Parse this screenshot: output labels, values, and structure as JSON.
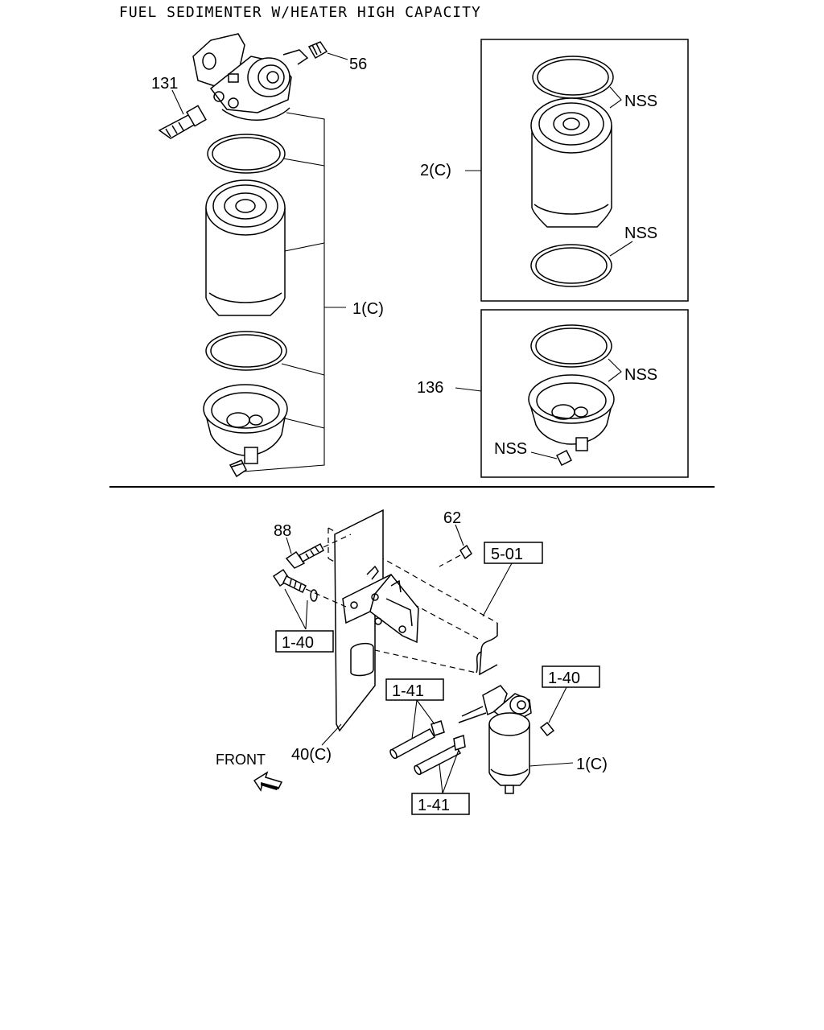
{
  "title": "FUEL SEDIMENTER W/HEATER HIGH CAPACITY",
  "callouts": {
    "c56": "56",
    "c131": "131",
    "c1c_top": "1(C)",
    "c2c": "2(C)",
    "nss1": "NSS",
    "nss2": "NSS",
    "c136": "136",
    "nss3": "NSS",
    "nss4": "NSS",
    "c88": "88",
    "c62": "62",
    "c5_01": "5-01",
    "c1_40a": "1-40",
    "c1_40b": "1-40",
    "c1_41a": "1-41",
    "c1_41b": "1-41",
    "c40c": "40(C)",
    "c1c_bottom": "1(C)",
    "front": "FRONT"
  },
  "icons": {
    "front_arrow": "front-arrow-icon"
  }
}
